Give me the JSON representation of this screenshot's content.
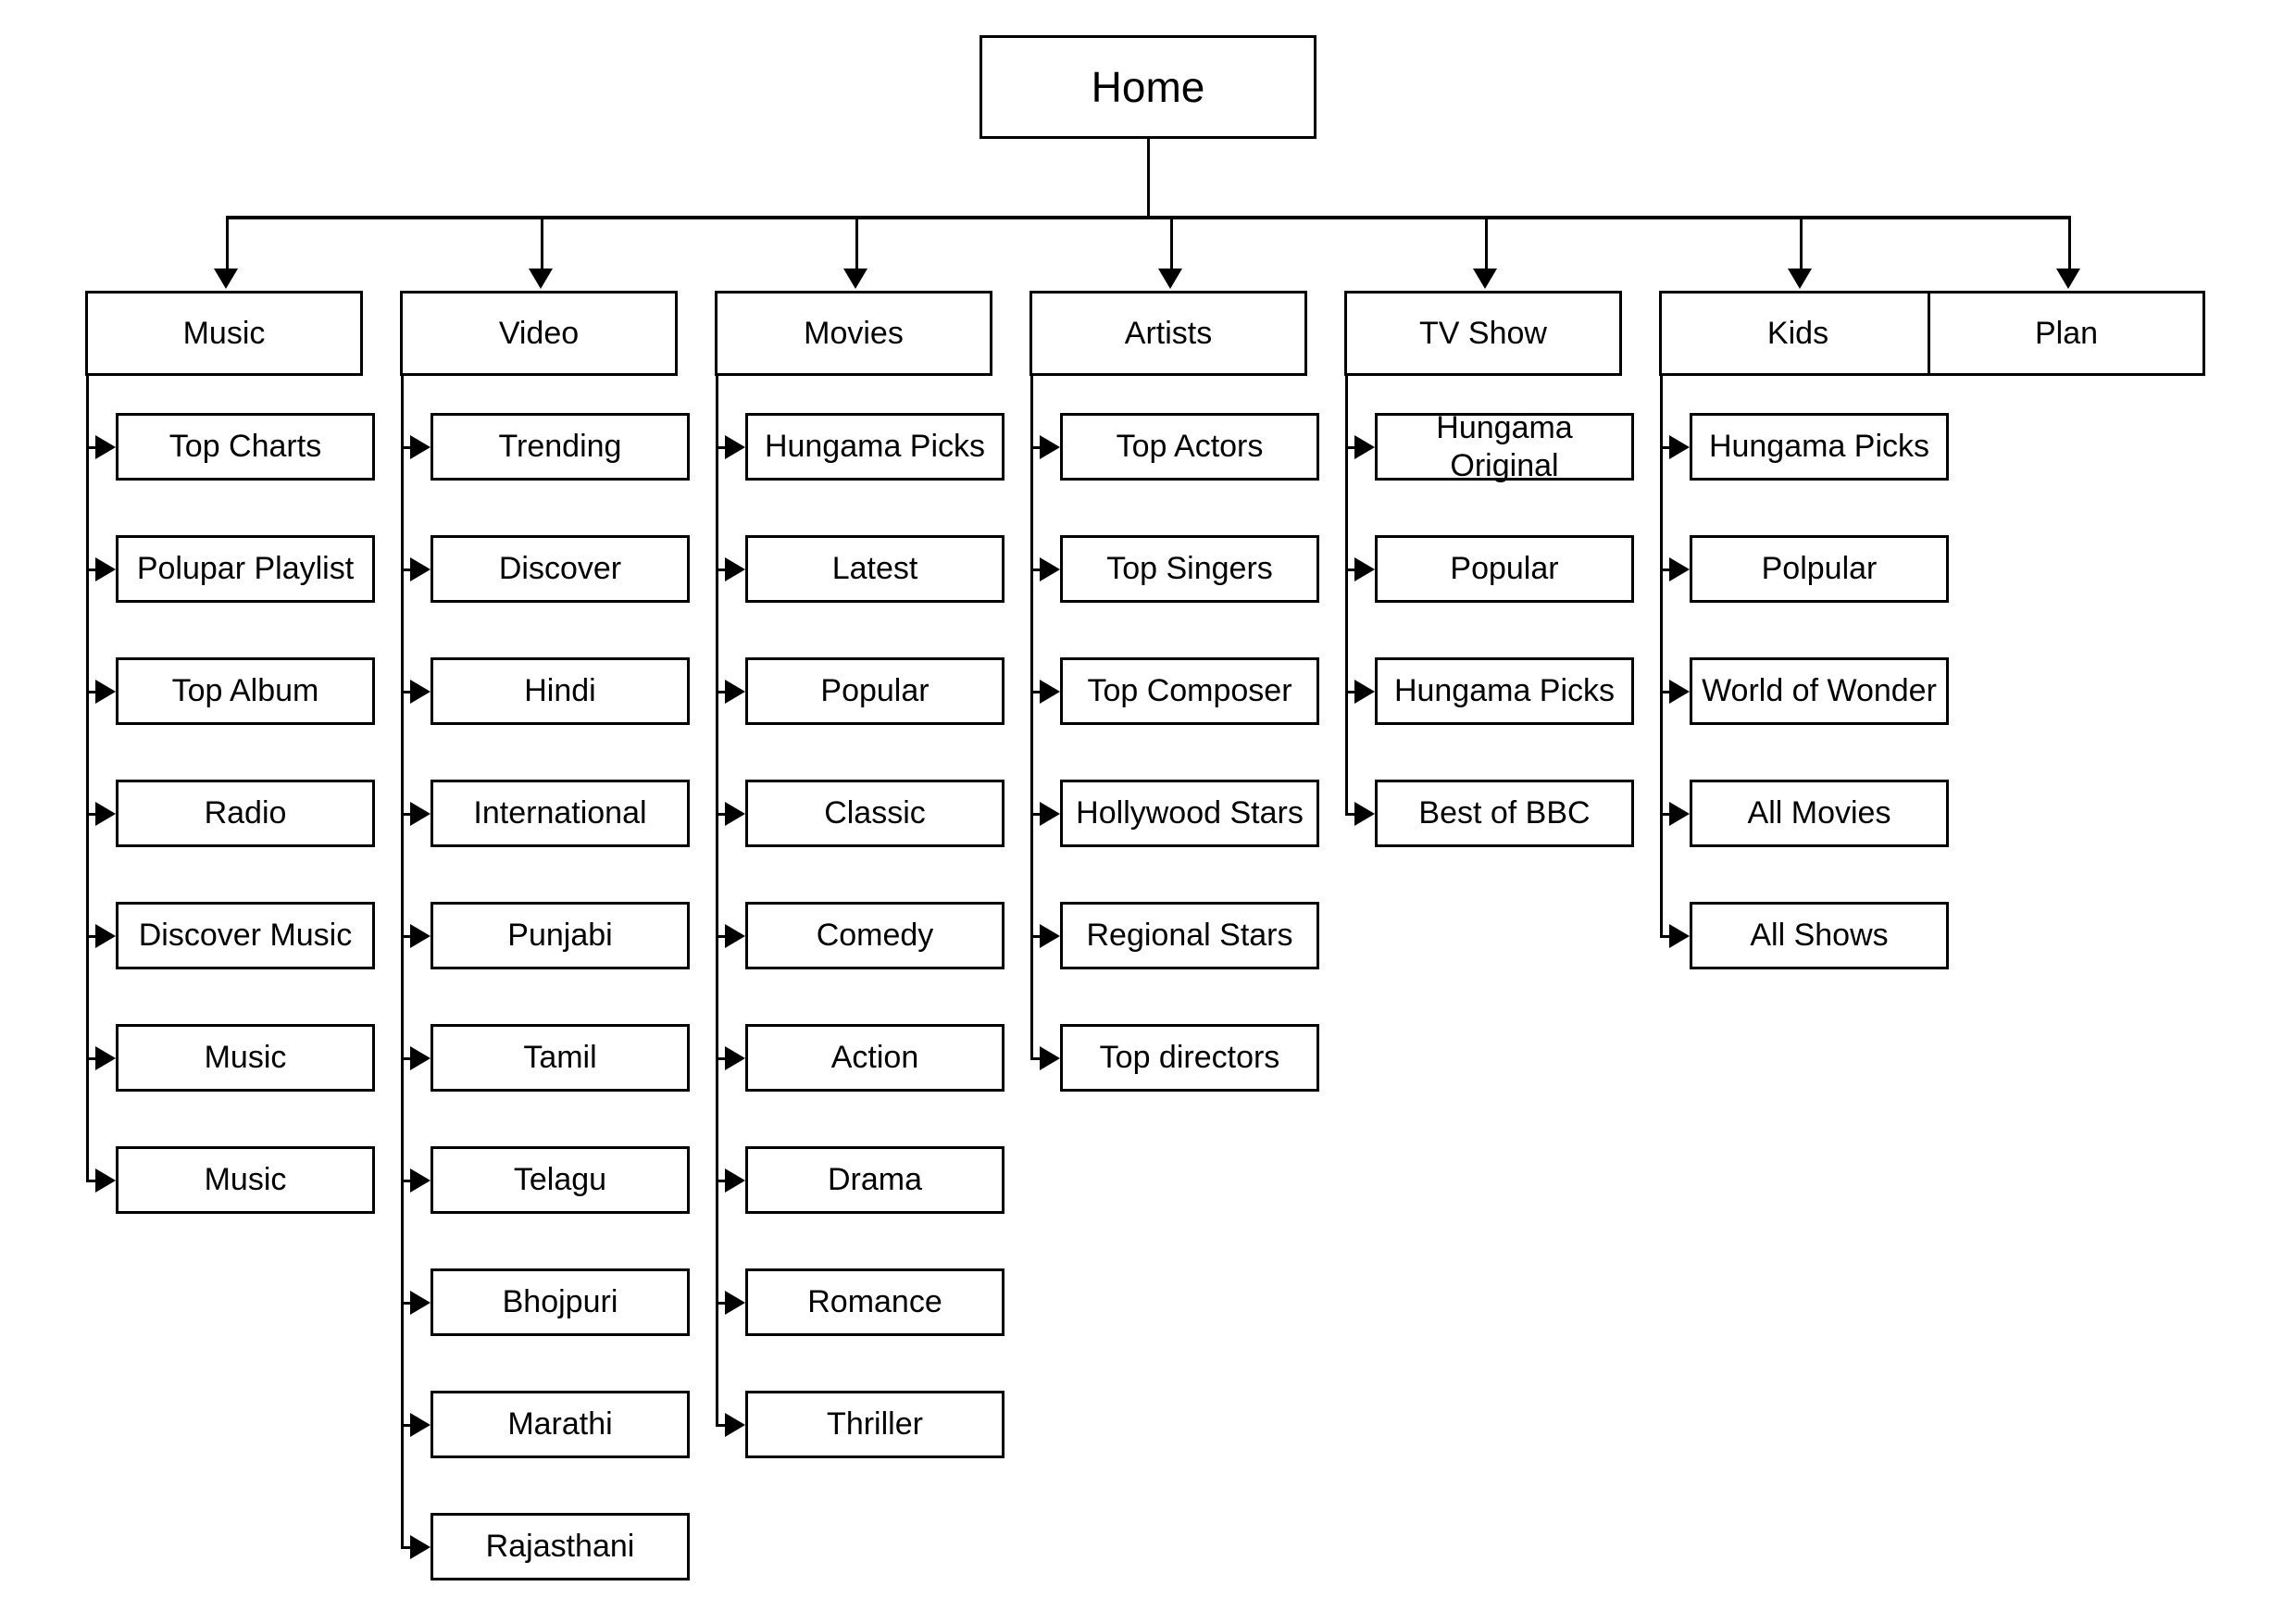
{
  "diagram": {
    "title": "Home",
    "type": "sitemap-tree",
    "root": {
      "label": "Home"
    },
    "columns": [
      {
        "id": "music",
        "label": "Music",
        "children": [
          "Top Charts",
          "Polupar Playlist",
          "Top Album",
          "Radio",
          "Discover Music",
          "Music",
          "Music"
        ]
      },
      {
        "id": "video",
        "label": "Video",
        "children": [
          "Trending",
          "Discover",
          "Hindi",
          "International",
          "Punjabi",
          "Tamil",
          "Telagu",
          "Bhojpuri",
          "Marathi",
          "Rajasthani"
        ]
      },
      {
        "id": "movies",
        "label": "Movies",
        "children": [
          "Hungama Picks",
          "Latest",
          "Popular",
          "Classic",
          "Comedy",
          "Action",
          "Drama",
          "Romance",
          "Thriller"
        ]
      },
      {
        "id": "artists",
        "label": "Artists",
        "children": [
          "Top Actors",
          "Top Singers",
          "Top Composer",
          "Hollywood Stars",
          "Regional Stars",
          "Top directors"
        ]
      },
      {
        "id": "tv-show",
        "label": "TV Show",
        "children": [
          "Hungama\nOriginal",
          "Popular",
          "Hungama Picks",
          "Best of BBC"
        ]
      },
      {
        "id": "kids",
        "label": "Kids",
        "children": [
          "Hungama Picks",
          "Polpular",
          "World of Wonder",
          "All Movies",
          "All Shows"
        ]
      },
      {
        "id": "plan",
        "label": "Plan",
        "children": []
      }
    ],
    "colors": {
      "stroke": "#000000",
      "fill": "#ffffff",
      "text": "#000000"
    }
  }
}
